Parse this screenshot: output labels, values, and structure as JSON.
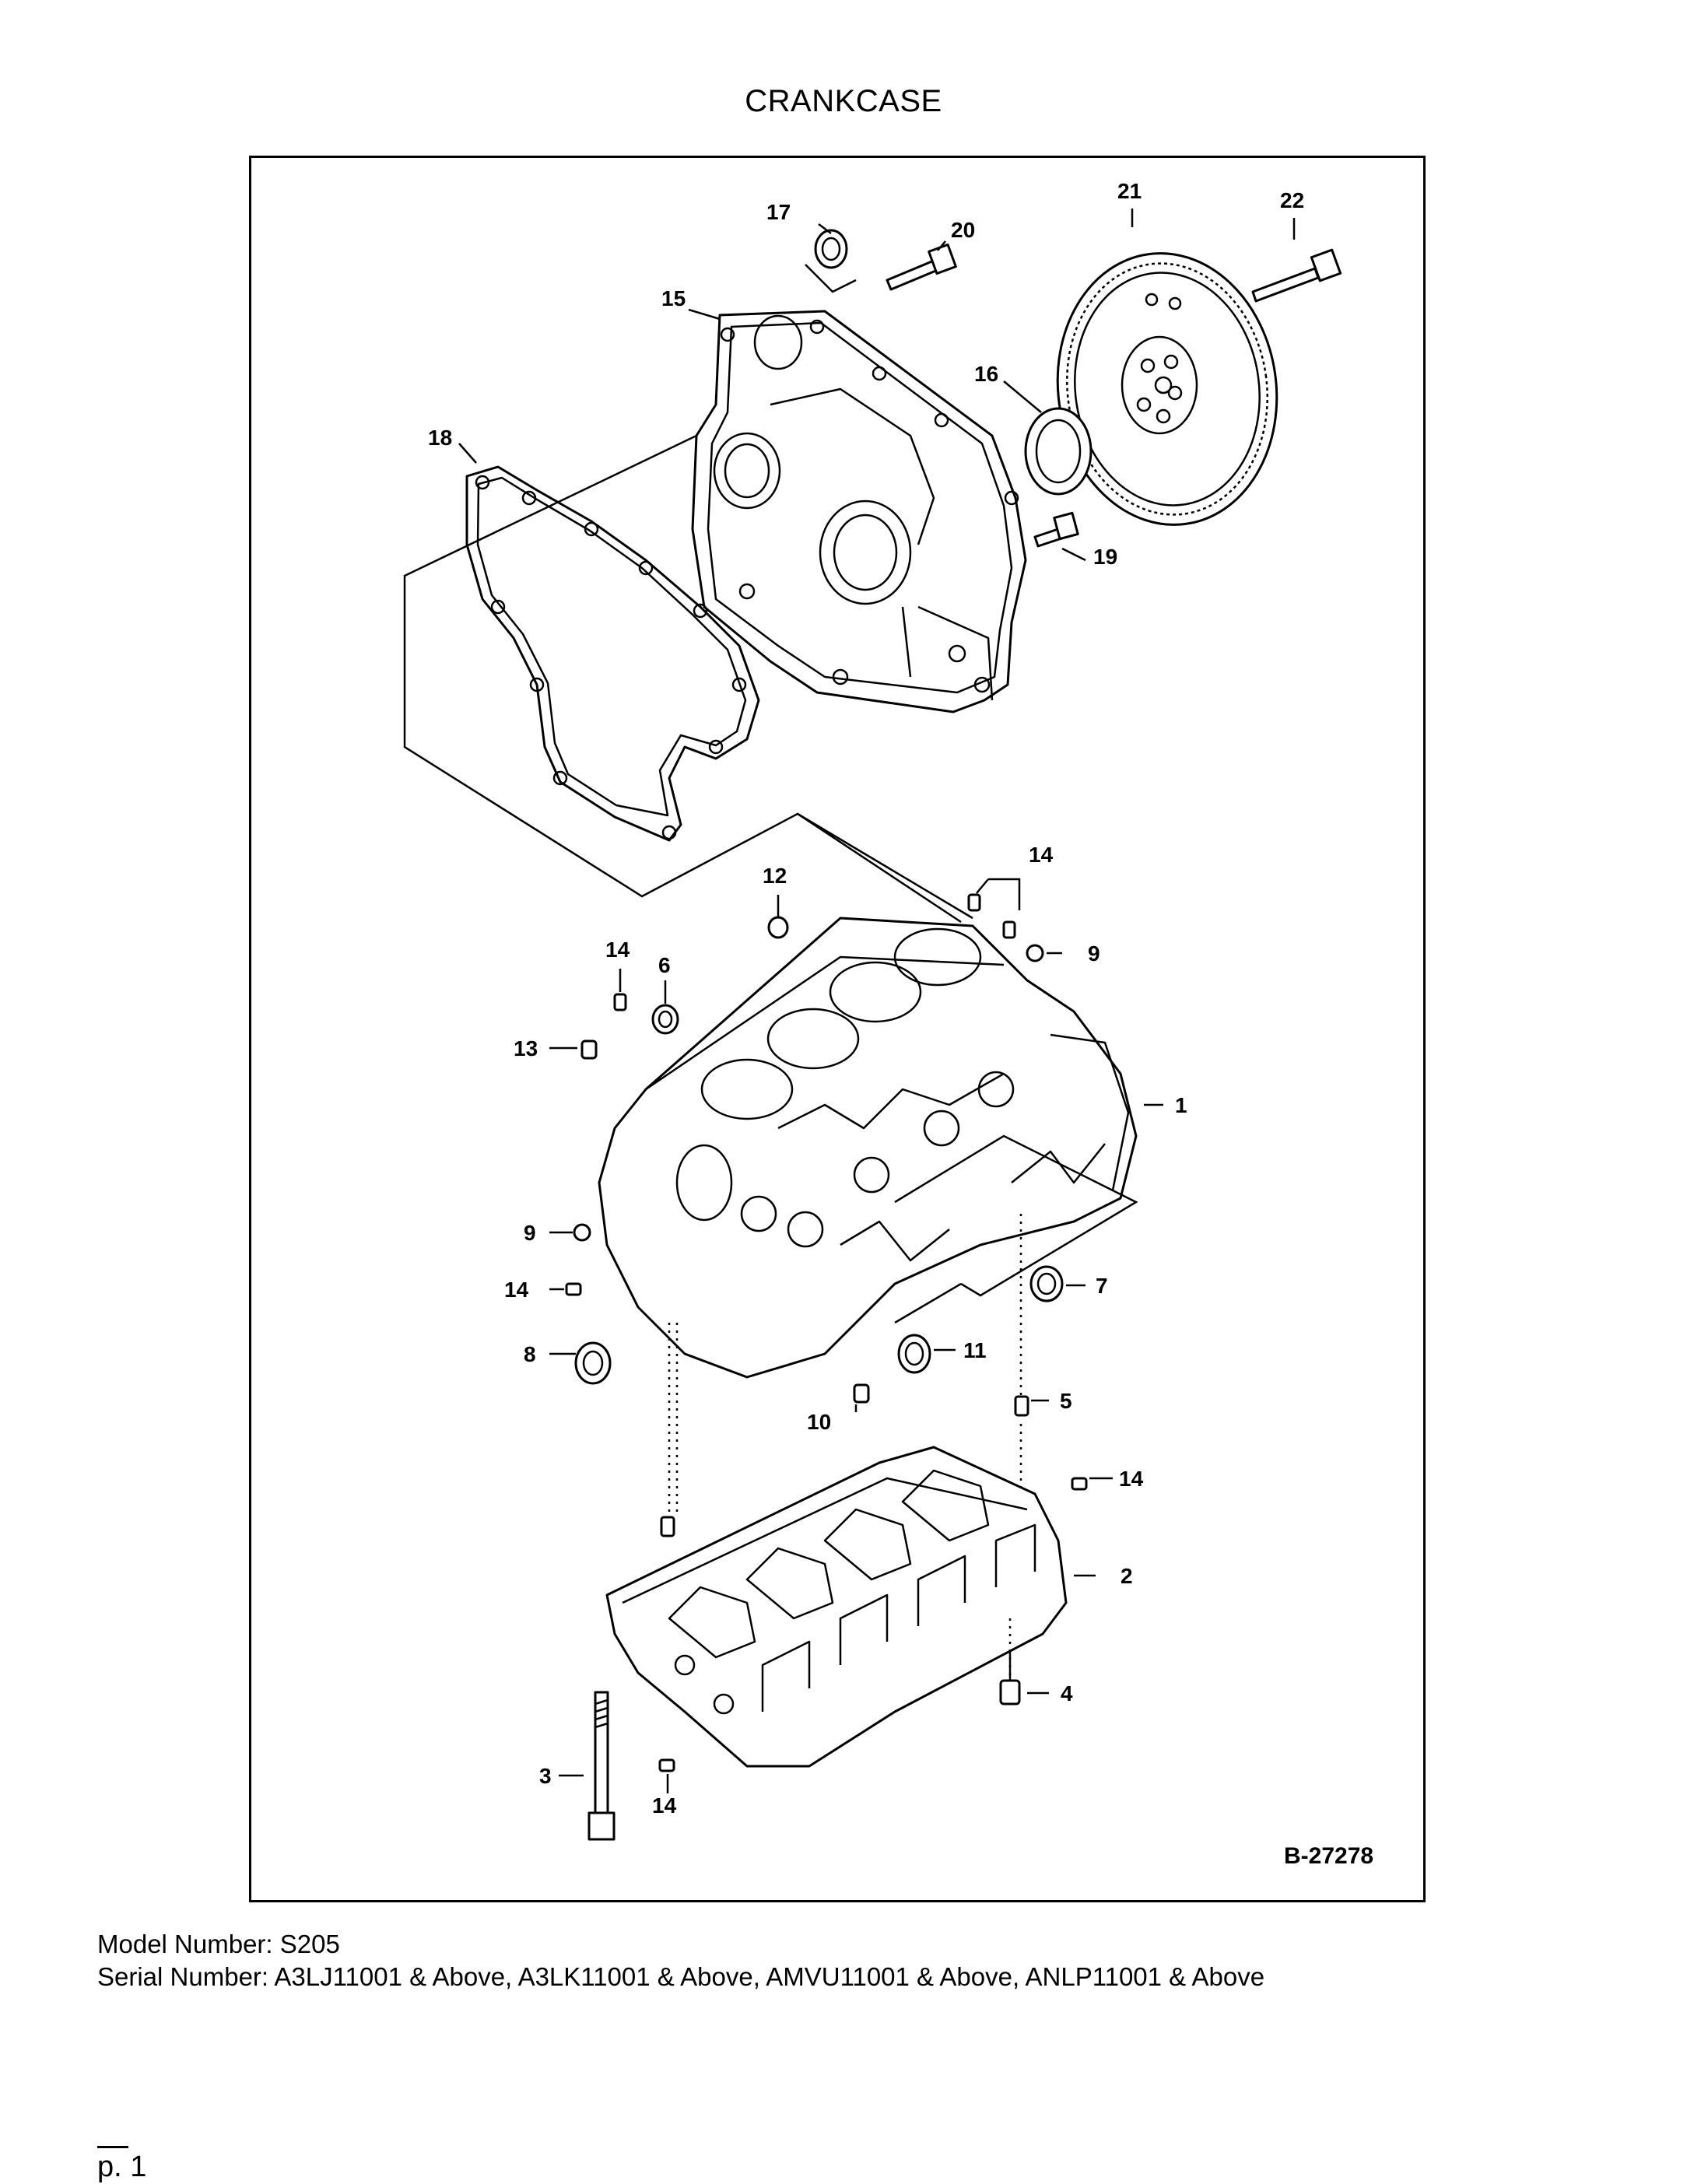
{
  "page": {
    "title": "CRANKCASE",
    "figure_ref": "B-27278",
    "model_line": "Model Number: S205",
    "serial_line": "Serial Number: A3LJ11001 & Above, A3LK11001 & Above, AMVU11001 & Above, ANLP11001 & Above",
    "page_number": "p. 1"
  },
  "callouts": {
    "c1": "1",
    "c2": "2",
    "c3": "3",
    "c4": "4",
    "c5": "5",
    "c6": "6",
    "c7": "7",
    "c8": "8",
    "c9a": "9",
    "c9b": "9",
    "c10": "10",
    "c11": "11",
    "c12": "12",
    "c13": "13",
    "c14a": "14",
    "c14b": "14",
    "c14c": "14",
    "c14d": "14",
    "c14e": "14",
    "c15": "15",
    "c16": "16",
    "c17": "17",
    "c18": "18",
    "c19": "19",
    "c20": "20",
    "c21": "21",
    "c22": "22"
  }
}
